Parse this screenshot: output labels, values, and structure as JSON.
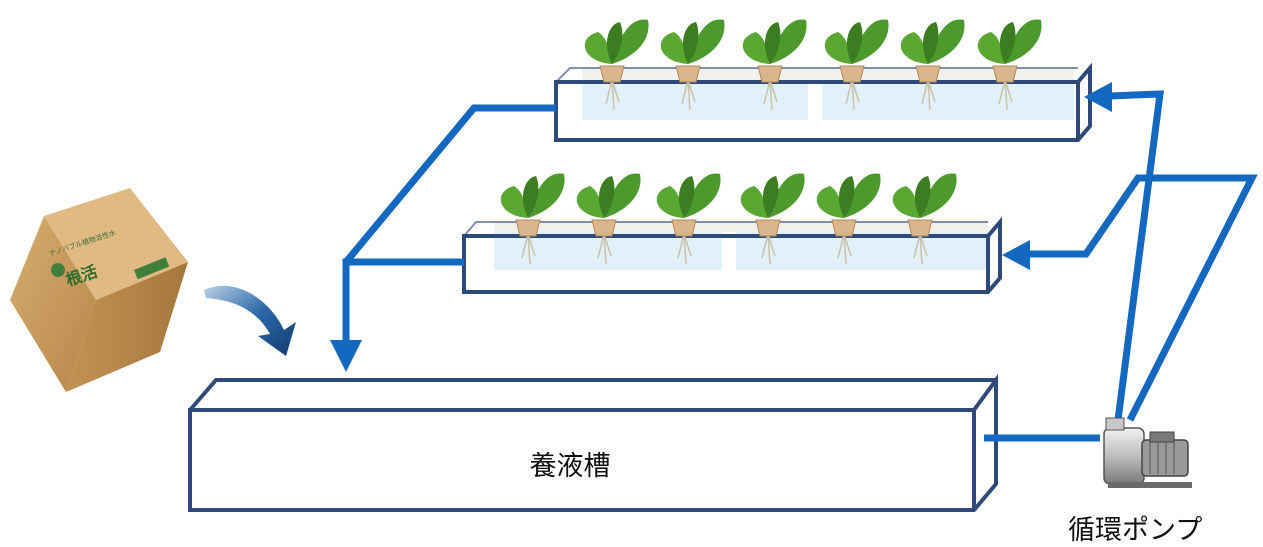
{
  "labels": {
    "tank": "養液槽",
    "pump": "循環ポンプ"
  },
  "fertilizer_box": {
    "logo_text": "根活",
    "small_text": "ナノバブル植物活性水"
  },
  "colors": {
    "pipe": "#1468c0",
    "outline": "#2f4a78",
    "water": "#dfeef8",
    "leaf": "#5aa832",
    "leaf_dark": "#3c7d22",
    "box": "#c99a5a",
    "box_dark": "#a67a3e"
  }
}
